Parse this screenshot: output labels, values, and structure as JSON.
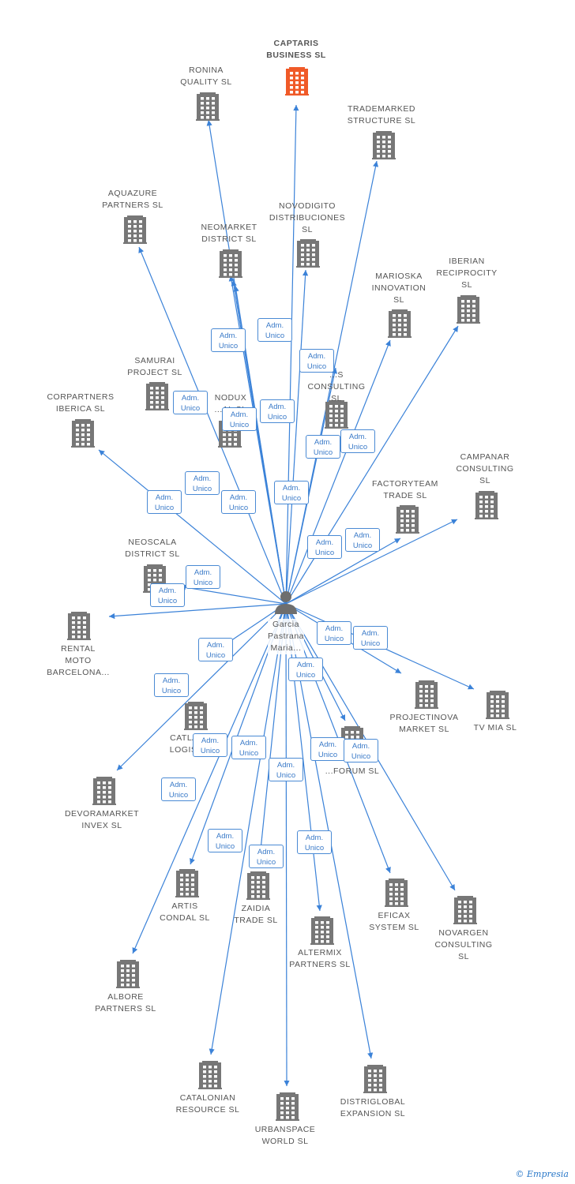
{
  "edge_label": {
    "line1": "Adm.",
    "line2": "Unico"
  },
  "colors": {
    "edge": "#3b82d8",
    "company": "#777777",
    "main_company": "#f05a28",
    "person": "#6e6e6e"
  },
  "center": {
    "name_lines": [
      "Garcia",
      "Pastrana",
      "Maria..."
    ],
    "icon": "person-icon"
  },
  "companies": [
    {
      "id": "captaris",
      "name": "CAPTARIS\nBUSINESS  SL",
      "main": true
    },
    {
      "id": "ronina",
      "name": "RONINA\nQUALITY  SL"
    },
    {
      "id": "trademarked",
      "name": "TRADEMARKED\nSTRUCTURE  SL"
    },
    {
      "id": "aquazure",
      "name": "AQUAZURE\nPARTNERS  SL"
    },
    {
      "id": "neomarket",
      "name": "NEOMARKET\nDISTRICT  SL"
    },
    {
      "id": "novodigito",
      "name": "NOVODIGITO\nDISTRIBUCIONES\nSL"
    },
    {
      "id": "marioska",
      "name": "MARIOSKA\nINNOVATION\nSL"
    },
    {
      "id": "iberian",
      "name": "IBERIAN\nRECIPROCITY\nSL"
    },
    {
      "id": "samurai",
      "name": "SAMURAI\nPROJECT  SL"
    },
    {
      "id": "consulting_mid",
      "name": "...S\nCONSULTING\nSL"
    },
    {
      "id": "nodux",
      "name": "NODUX\n...AL  SL"
    },
    {
      "id": "corpartners",
      "name": "CORPARTNERS\nIBERICA  SL"
    },
    {
      "id": "campanar",
      "name": "CAMPANAR\nCONSULTING\nSL"
    },
    {
      "id": "factoryteam",
      "name": "FACTORYTEAM\nTRADE  SL"
    },
    {
      "id": "neoscala",
      "name": "NEOSCALA\nDISTRICT  SL"
    },
    {
      "id": "rental",
      "name": "RENTAL\nMOTO\nBARCELONA..."
    },
    {
      "id": "projectinova",
      "name": "PROJECTINOVA\nMARKET  SL"
    },
    {
      "id": "tvmia",
      "name": "TV MIA  SL"
    },
    {
      "id": "catland",
      "name": "CATLAND\nLOGISTIA"
    },
    {
      "id": "devoramarket",
      "name": "DEVORAMARKET\nINVEX  SL"
    },
    {
      "id": "forum",
      "name": "...FORUM  SL"
    },
    {
      "id": "artis",
      "name": "ARTIS\nCONDAL  SL"
    },
    {
      "id": "zaidia",
      "name": "ZAIDIA\nTRADE  SL"
    },
    {
      "id": "eficax",
      "name": "EFICAX\nSYSTEM SL"
    },
    {
      "id": "novargen",
      "name": "NOVARGEN\nCONSULTING\nSL"
    },
    {
      "id": "altermix",
      "name": "ALTERMIX\nPARTNERS  SL"
    },
    {
      "id": "albore",
      "name": "ALBORE\nPARTNERS  SL"
    },
    {
      "id": "catalonian",
      "name": "CATALONIAN\nRESOURCE  SL"
    },
    {
      "id": "urbanspace",
      "name": "URBANSPACE\nWORLD  SL"
    },
    {
      "id": "distriglobal",
      "name": "DISTRIGLOBAL\nEXPANSION  SL"
    }
  ],
  "watermark": {
    "copyright": "©",
    "brand": "Empresia"
  }
}
